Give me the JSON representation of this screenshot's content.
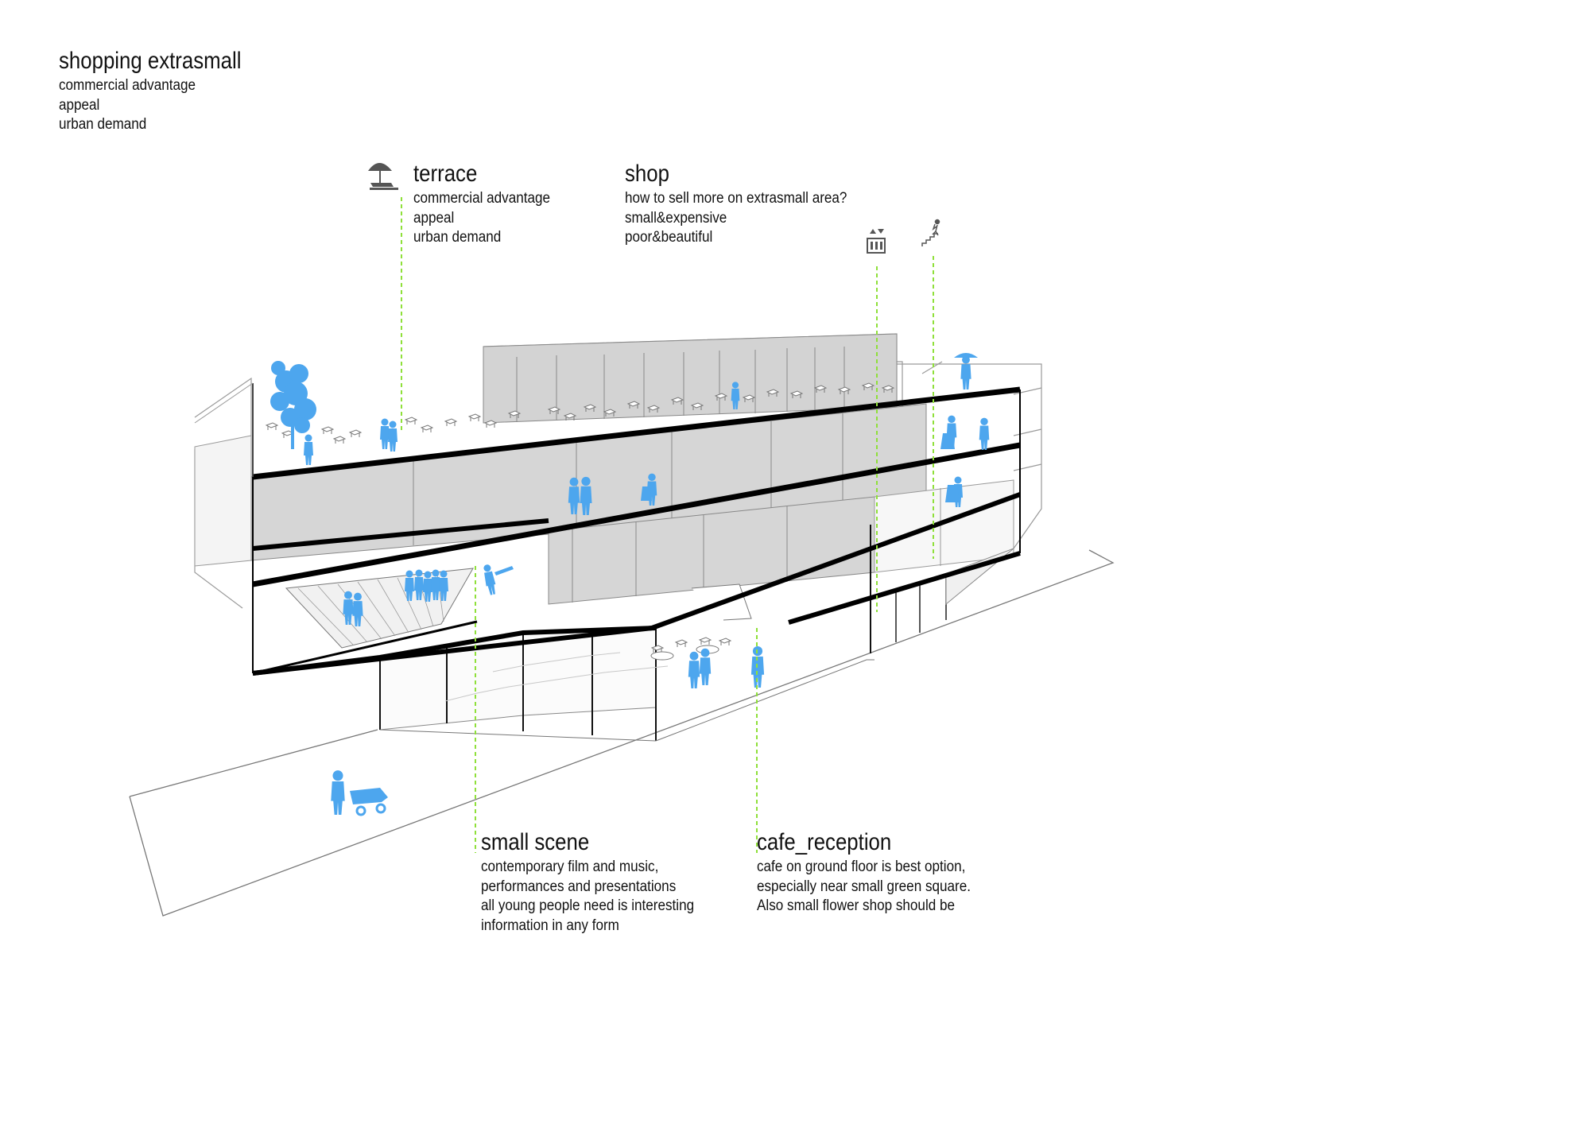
{
  "main": {
    "title": "shopping extrasmall",
    "lines": [
      "commercial advantage",
      "appeal",
      "urban demand"
    ]
  },
  "labels": {
    "terrace": {
      "title": "terrace",
      "lines": [
        "commercial advantage",
        "appeal",
        "urban demand"
      ],
      "icon": "umbrella-deckchair-icon"
    },
    "shop": {
      "title": "shop",
      "lines": [
        "how to sell more on extrasmall area?",
        "small&expensive",
        "poor&beautiful"
      ]
    },
    "elevator": {
      "icon": "elevator-icon"
    },
    "stairs": {
      "icon": "stairs-person-icon"
    },
    "small_scene": {
      "title": "small scene",
      "lines": [
        "contemporary film and music,",
        "performances and presentations",
        "all young people need is interesting",
        "information in any form"
      ]
    },
    "cafe_reception": {
      "title": "cafe_reception",
      "lines": [
        "cafe on ground floor is best option,",
        "especially near small green square.",
        "Also small flower shop should be"
      ]
    }
  },
  "colors": {
    "people": "#4da6ee",
    "leader_lines": "#8fe03a",
    "slab": "#000000",
    "glazing": "#d0d0d0",
    "outline": "#9a9a9a"
  }
}
